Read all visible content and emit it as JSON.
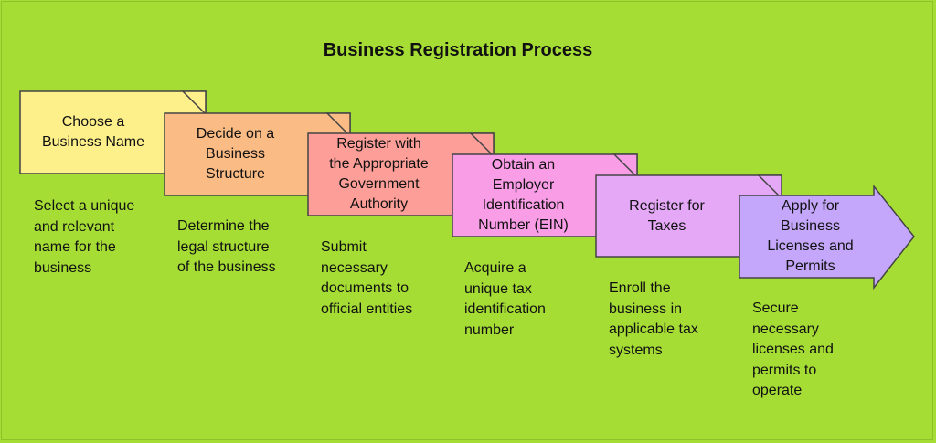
{
  "title": "Business Registration Process",
  "steps": [
    {
      "label": "Choose a\nBusiness Name",
      "description": "Select a unique\nand relevant\nname for the\nbusiness",
      "color": "#fdf08a"
    },
    {
      "label": "Decide on a\nBusiness\nStructure",
      "description": "Determine the\nlegal structure\nof the business",
      "color": "#fbbb84"
    },
    {
      "label": "Register with\nthe Appropriate\nGovernment\nAuthority",
      "description": "Submit\nnecessary\ndocuments to\nofficial entities",
      "color": "#fd9f98"
    },
    {
      "label": "Obtain an\nEmployer\nIdentification\nNumber (EIN)",
      "description": "Acquire a\nunique tax\nidentification\nnumber",
      "color": "#f99de7"
    },
    {
      "label": "Register for\nTaxes",
      "description": "Enroll the\nbusiness in\napplicable tax\nsystems",
      "color": "#e4a8f7"
    },
    {
      "label": "Apply for\nBusiness\nLicenses and\nPermits",
      "description": "Secure\nnecessary\nlicenses and\npermits to\noperate",
      "color": "#c4a7fb"
    }
  ]
}
